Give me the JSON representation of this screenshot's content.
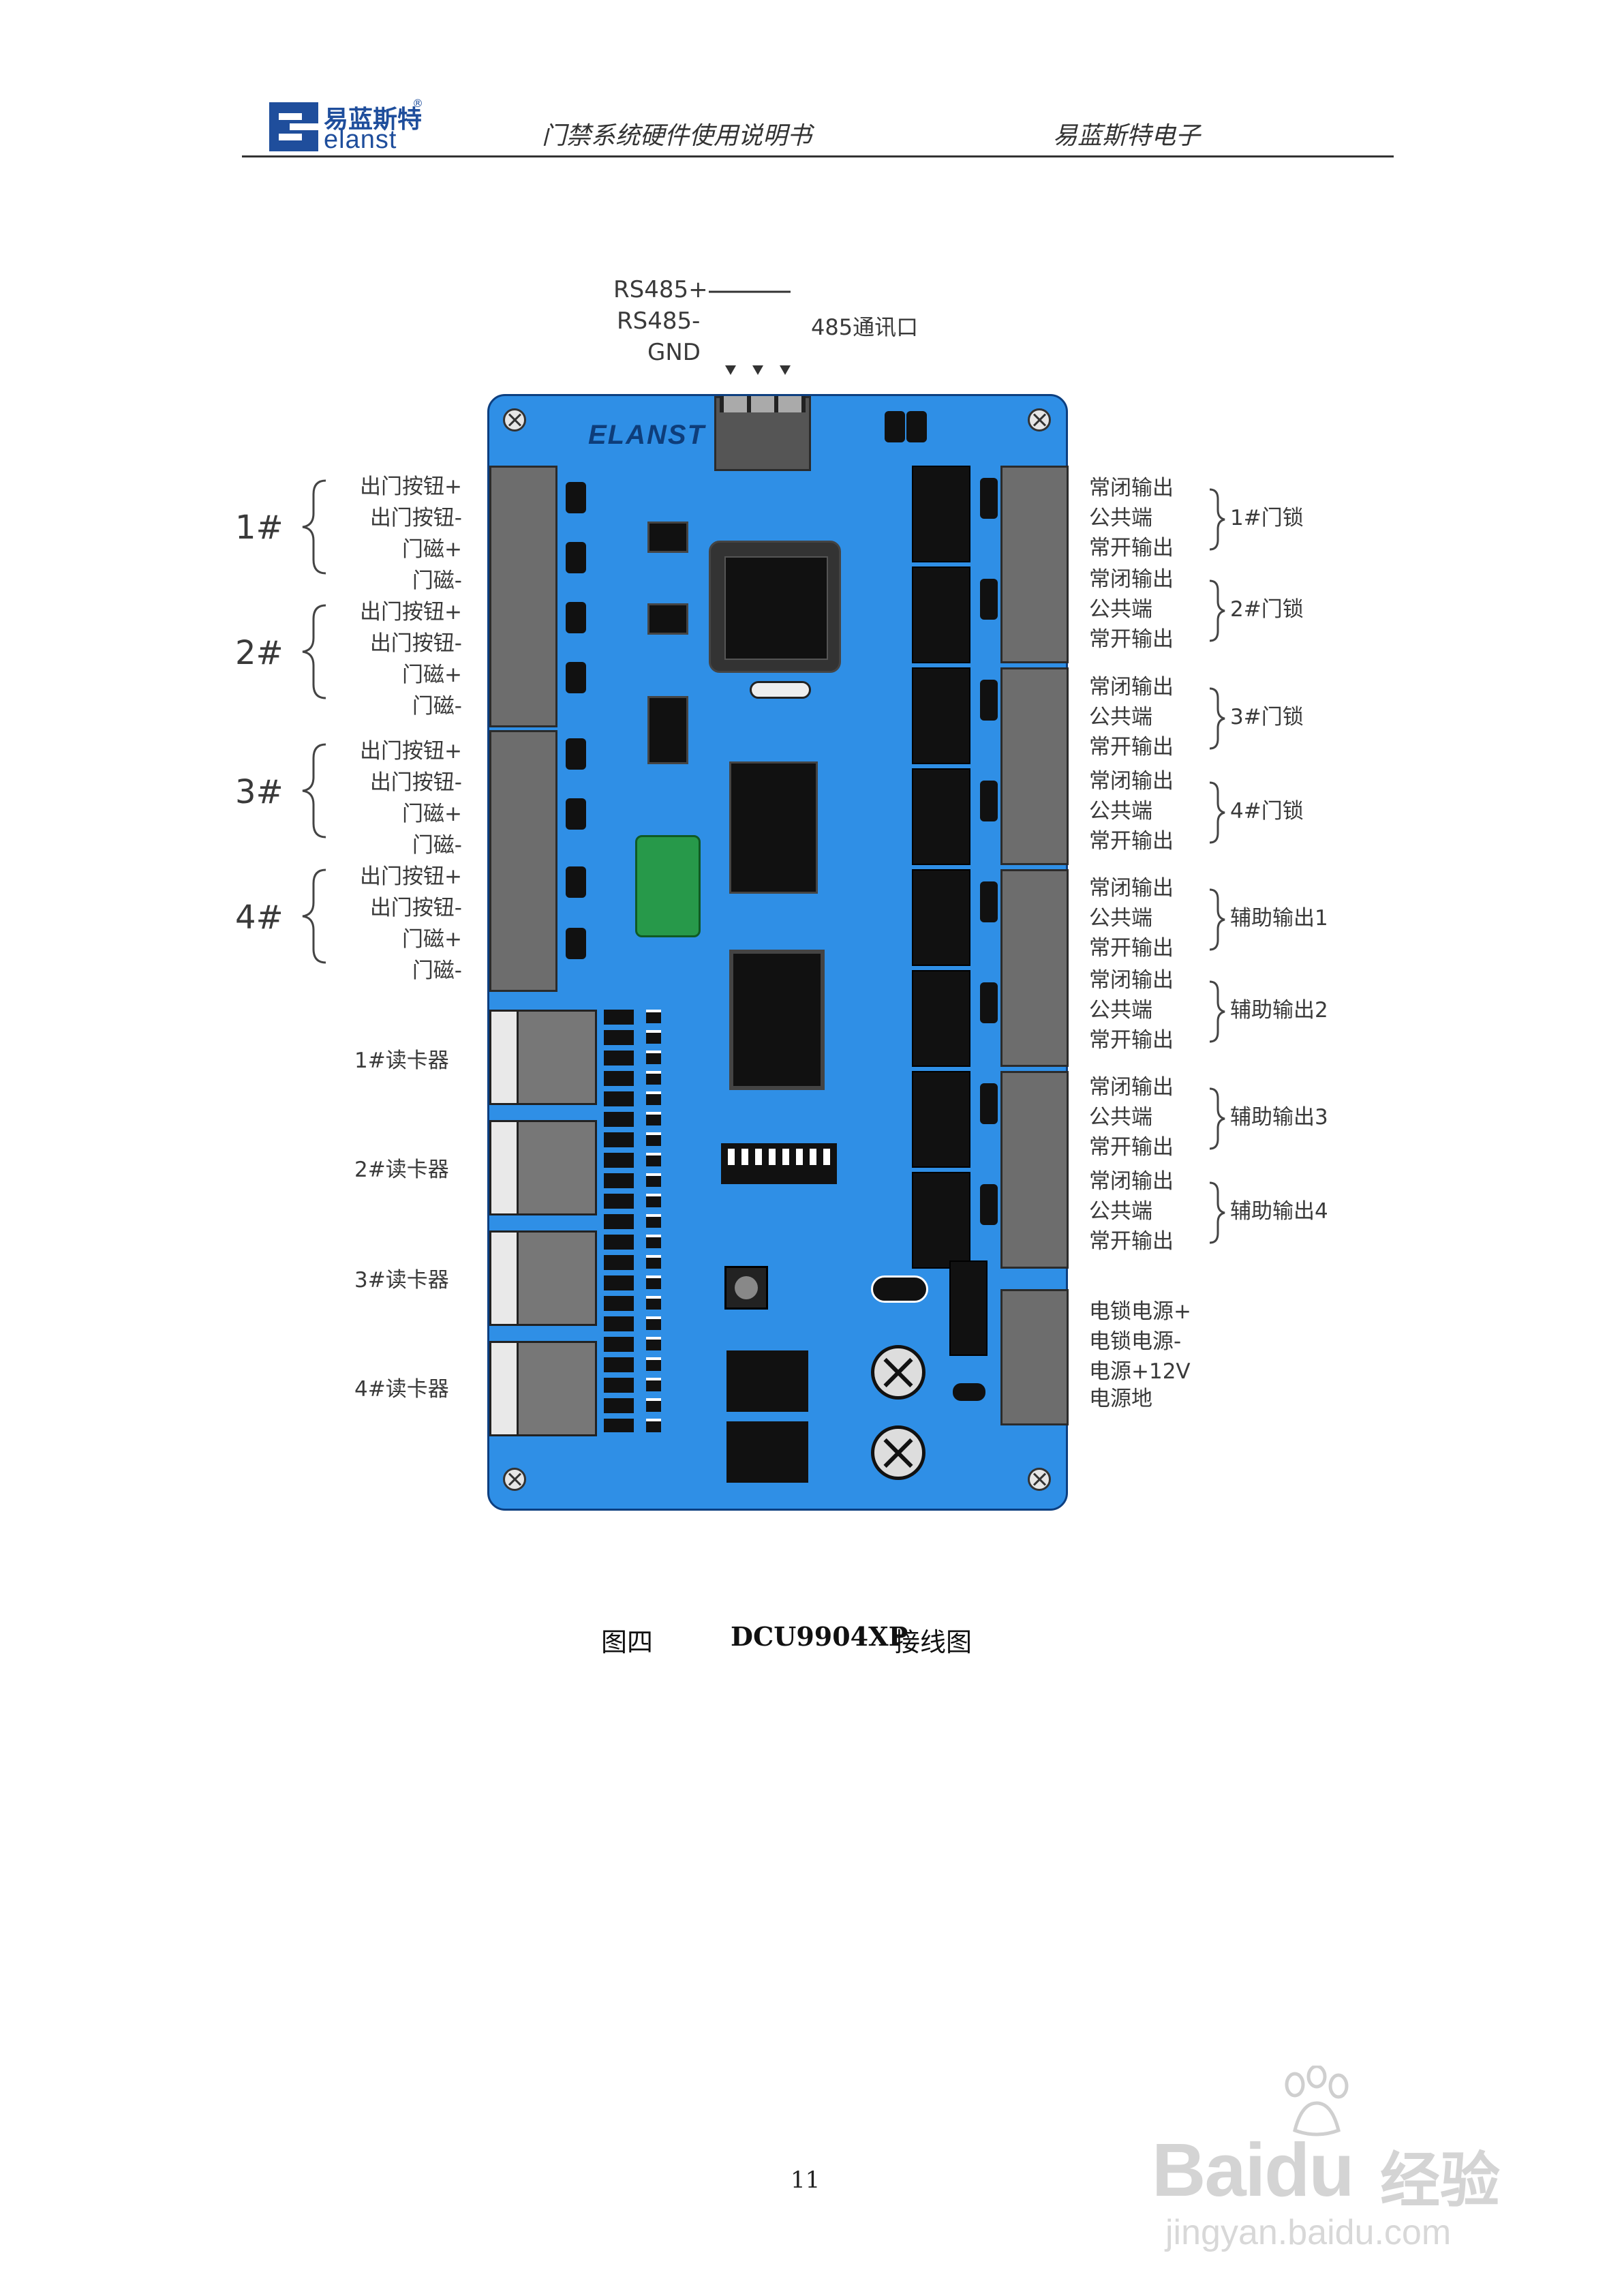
{
  "header": {
    "logo_cn": "易蓝斯特",
    "logo_en": "elanst",
    "logo_reg": "®",
    "doc_title": "门禁系统硬件使用说明书",
    "company": "易蓝斯特电子"
  },
  "figure": {
    "rs485": {
      "plus": "RS485+",
      "minus": "RS485-",
      "gnd": "GND",
      "port_label": "485通讯口"
    },
    "board_logo": "ELANST",
    "left_groups": [
      {
        "num": "1#",
        "terms": [
          "出门按钮+",
          "出门按钮-",
          "门磁+",
          "门磁-"
        ]
      },
      {
        "num": "2#",
        "terms": [
          "出门按钮+",
          "出门按钮-",
          "门磁+",
          "门磁-"
        ]
      },
      {
        "num": "3#",
        "terms": [
          "出门按钮+",
          "出门按钮-",
          "门磁+",
          "门磁-"
        ]
      },
      {
        "num": "4#",
        "terms": [
          "出门按钮+",
          "出门按钮-",
          "门磁+",
          "门磁-"
        ]
      }
    ],
    "readers": [
      "1#读卡器",
      "2#读卡器",
      "3#读卡器",
      "4#读卡器"
    ],
    "right_groups": [
      {
        "label": "1#门锁",
        "terms": [
          "常闭输出",
          "公共端",
          "常开输出"
        ]
      },
      {
        "label": "2#门锁",
        "terms": [
          "常闭输出",
          "公共端",
          "常开输出"
        ]
      },
      {
        "label": "3#门锁",
        "terms": [
          "常闭输出",
          "公共端",
          "常开输出"
        ]
      },
      {
        "label": "4#门锁",
        "terms": [
          "常闭输出",
          "公共端",
          "常开输出"
        ]
      },
      {
        "label": "辅助输出1",
        "terms": [
          "常闭输出",
          "公共端",
          "常开输出"
        ]
      },
      {
        "label": "辅助输出2",
        "terms": [
          "常闭输出",
          "公共端",
          "常开输出"
        ]
      },
      {
        "label": "辅助输出3",
        "terms": [
          "常闭输出",
          "公共端",
          "常开输出"
        ]
      },
      {
        "label": "辅助输出4",
        "terms": [
          "常闭输出",
          "公共端",
          "常开输出"
        ]
      }
    ],
    "power_terms": [
      "电锁电源+",
      "电锁电源-",
      "电源+12V",
      "电源地"
    ]
  },
  "caption": {
    "fig_no": "图四",
    "model": "DCU9904XP",
    "suffix": "接线图"
  },
  "page_number": "11",
  "watermark": {
    "brand": "Baidu",
    "service": "经验",
    "url": "jingyan.baidu.com"
  }
}
